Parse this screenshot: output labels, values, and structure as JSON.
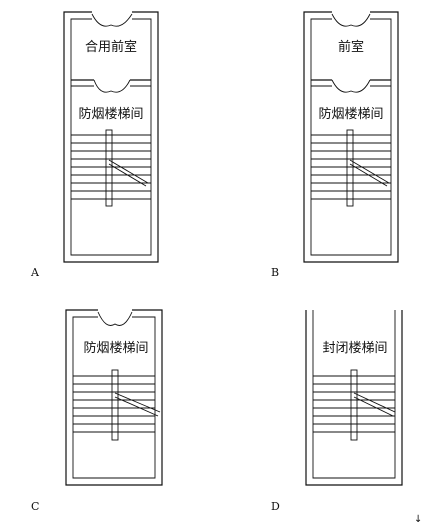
{
  "plans": [
    {
      "id": "A",
      "letter": "A",
      "labels": {
        "anteroom": "合用前室",
        "stair": "防烟楼梯间"
      }
    },
    {
      "id": "B",
      "letter": "B",
      "labels": {
        "anteroom": "前室",
        "stair": "防烟楼梯间"
      }
    },
    {
      "id": "C",
      "letter": "C",
      "labels": {
        "stair": "防烟楼梯间"
      }
    },
    {
      "id": "D",
      "letter": "D",
      "labels": {
        "stair": "封闭楼梯间"
      }
    }
  ],
  "corner_mark": "↓"
}
